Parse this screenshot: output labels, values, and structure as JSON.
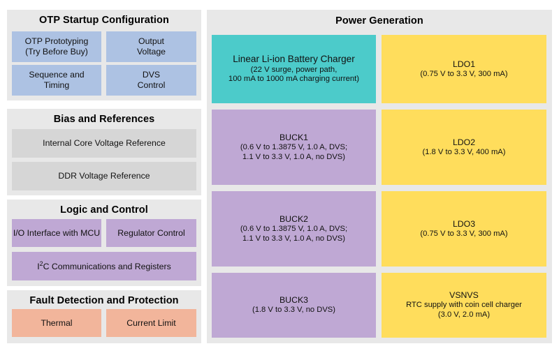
{
  "colors": {
    "page_background": "#ffffff",
    "panel_background": "#e8e8e8",
    "otp_block": "#adc2e3",
    "bias_block": "#d6d6d6",
    "logic_block": "#bfa8d4",
    "fault_block": "#f2b59b",
    "charger_block": "#4ccbca",
    "buck_block": "#bfa8d4",
    "ldo_block": "#ffdd5c",
    "text": "#111111"
  },
  "panels": {
    "otp": {
      "title": "OTP Startup Configuration",
      "blocks": [
        {
          "line1": "OTP Prototyping",
          "line2": "(Try Before Buy)"
        },
        {
          "line1": "Output",
          "line2": "Voltage"
        },
        {
          "line1": "Sequence and",
          "line2": "Timing"
        },
        {
          "line1": "DVS",
          "line2": "Control"
        }
      ]
    },
    "bias": {
      "title": "Bias and References",
      "blocks": [
        {
          "line1": "Internal Core Voltage Reference"
        },
        {
          "line1": "DDR Voltage Reference"
        }
      ]
    },
    "logic": {
      "title": "Logic and Control",
      "blocks": [
        {
          "line1": "I/O Interface with MCU"
        },
        {
          "line1": "Regulator Control"
        },
        {
          "line1_pre": "I",
          "line1_sup": "2",
          "line1_post": "C Communications and Registers"
        }
      ]
    },
    "fault": {
      "title": "Fault Detection and Protection",
      "blocks": [
        {
          "line1": "Thermal"
        },
        {
          "line1": "Current Limit"
        }
      ]
    },
    "power": {
      "title": "Power Generation",
      "left_column": [
        {
          "name": "Linear Li-ion Battery Charger",
          "detail_line1": "(22 V surge, power path,",
          "detail_line2": "100 mA to 1000 mA charging current)"
        },
        {
          "name": "BUCK1",
          "detail_line1": "(0.6 V to 1.3875 V, 1.0 A, DVS;",
          "detail_line2": "1.1 V to 3.3 V, 1.0 A, no DVS)"
        },
        {
          "name": "BUCK2",
          "detail_line1": "(0.6 V to 1.3875 V, 1.0 A, DVS;",
          "detail_line2": "1.1 V to 3.3 V, 1.0 A, no DVS)"
        },
        {
          "name": "BUCK3",
          "detail_line1": "(1.8 V to 3.3 V, no DVS)",
          "detail_line2": ""
        }
      ],
      "right_column": [
        {
          "name": "LDO1",
          "detail_line1": "(0.75 V to 3.3 V, 300 mA)",
          "detail_line2": ""
        },
        {
          "name": "LDO2",
          "detail_line1": "(1.8 V to 3.3 V, 400 mA)",
          "detail_line2": ""
        },
        {
          "name": "LDO3",
          "detail_line1": "(0.75 V to 3.3 V, 300 mA)",
          "detail_line2": ""
        },
        {
          "name": "VSNVS",
          "detail_line1": "RTC supply with coin cell charger",
          "detail_line2": "(3.0 V, 2.0 mA)"
        }
      ]
    }
  }
}
